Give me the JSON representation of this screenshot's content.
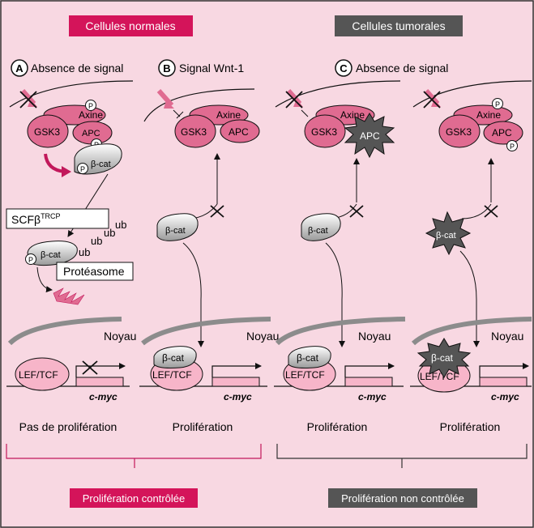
{
  "headers": {
    "normal": "Cellules normales",
    "tumor": "Cellules tumorales"
  },
  "panels": {
    "a": {
      "letter": "A",
      "title": "Absence de signal",
      "result": "Pas de prolifération"
    },
    "b": {
      "letter": "B",
      "title": "Signal Wnt-1",
      "result": "Prolifération"
    },
    "c": {
      "letter": "C",
      "title": "Absence de signal",
      "result": "Prolifération"
    },
    "d": {
      "result": "Prolifération"
    }
  },
  "proteins": {
    "axine": "Axine",
    "gsk3": "GSK3",
    "apc": "APC",
    "bcat": "β-cat",
    "p": "P",
    "ub": "ub",
    "lef": "LEF/TCF",
    "proteasome": "Protéasome",
    "scf_main": "SCFβ",
    "scf_sup": "TRCP"
  },
  "labels": {
    "noyau": "Noyau",
    "cmyc": "c-myc"
  },
  "footer": {
    "controlled": "Prolifération contrôlée",
    "uncontrolled": "Prolifération non contrôlée"
  },
  "colors": {
    "background": "#f8d8e2",
    "magenta": "#d4145a",
    "dark_gray": "#555555",
    "protein_pink": "#e06b91",
    "light_pink": "#f7b5c9",
    "nucleus_gray": "#8c8c8c",
    "line": "#111111"
  }
}
